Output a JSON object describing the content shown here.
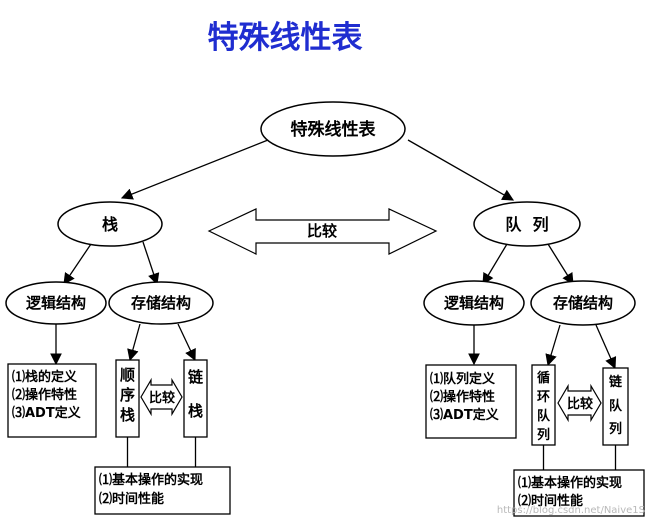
{
  "title": "特殊线性表",
  "root": "特殊线性表",
  "compare": "比较",
  "stack": {
    "label": "栈",
    "logical": "逻辑结构",
    "storage": "存储结构",
    "logical_items": [
      "⑴栈的定义",
      "⑵操作特性",
      "⑶ADT定义"
    ],
    "seq": [
      "顺",
      "序",
      "栈"
    ],
    "linked": [
      "链",
      "栈"
    ],
    "compare": [
      "比",
      "较"
    ],
    "impl_items": [
      "⑴基本操作的实现",
      "⑵时间性能"
    ]
  },
  "queue": {
    "label": "队  列",
    "logical": "逻辑结构",
    "storage": "存储结构",
    "logical_items": [
      "⑴队列定义",
      "⑵操作特性",
      "⑶ADT定义"
    ],
    "seq": [
      "循",
      "环",
      "队",
      "列"
    ],
    "linked": [
      "链",
      "队",
      "列"
    ],
    "compare": [
      "比",
      "较"
    ],
    "impl_items": [
      "⑴基本操作的实现",
      "⑵时间性能"
    ]
  },
  "watermark": "https://blog.csdn.net/Naive1S"
}
